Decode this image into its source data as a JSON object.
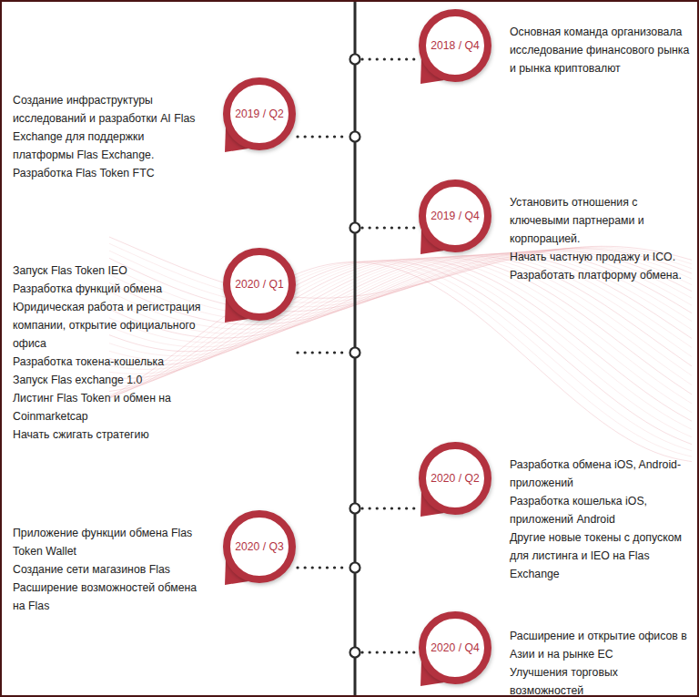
{
  "diagram": {
    "nodes": [
      {
        "text": [
          "2018 / Q4"
        ]
      },
      {
        "text": [
          "2019 / Q2"
        ]
      },
      {
        "text": [
          "2019 / Q4"
        ]
      },
      {
        "text": [
          "2020 / Q1"
        ]
      },
      {
        "text": [
          "2020 / Q2"
        ]
      },
      {
        "text": [
          "2020 / Q3"
        ]
      },
      {
        "text": [
          "2020 / Q4"
        ]
      }
    ],
    "labels": [
      "Основная команда организовала исследование финансового рынка и рынка криптовалют",
      "Создание инфраструктуры исследований и разработки AI Flas Exchange для поддержки платформы Flas Exchange.",
      "Разработка Flas Token FTC",
      "Установить отношения с ключевыми партнерами и корпорацией.",
      "Начать частную продажу и ICO.",
      "Разработать платформу обмена.",
      "Запуск Flas Token IEO",
      "Разработка функций обмена",
      "Юридическая работа и регистрация компании, открытие официального офиса",
      "Разработка токена-кошелька",
      "Запуск Flas exchange 1.0",
      "Листинг Flas Token и обмен на Coinmarketcap",
      "Начать сжигать стратегию",
      "Разработка обмена iOS, Android-приложений",
      "Разработка кошелька iOS, приложений Android",
      "Другие новые токены с допуском для листинга и IEO на Flas Exchange",
      "Приложение функции обмена Flas Token Wallet",
      "Создание сети магазинов Flas Расширение возможностей обмена на Flas",
      "Расширение и открытие офисов в Азии и на рынке ЕС",
      "Улучшения торговых возможностей"
    ]
  }
}
